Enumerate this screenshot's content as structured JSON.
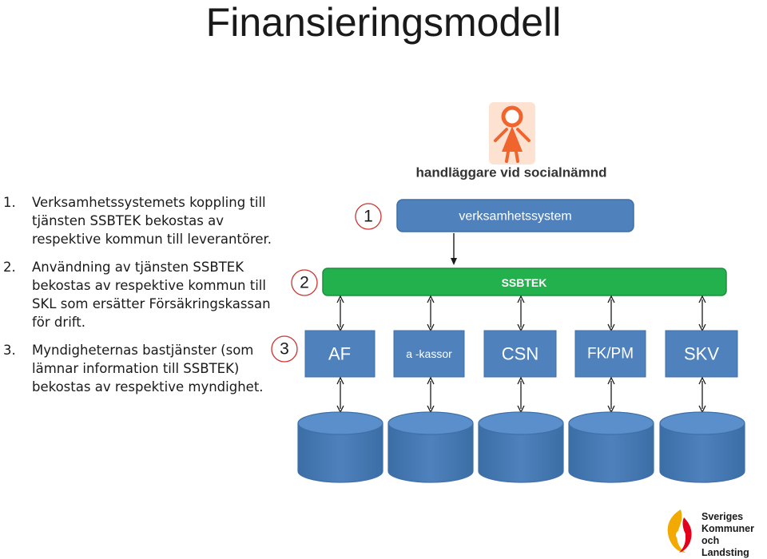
{
  "title": "Finansieringsmodell",
  "list": [
    {
      "num": "1.",
      "text": "Verksamhetssystemets koppling till tjänsten SSBTEK bekostas av respektive kommun till leverantörer."
    },
    {
      "num": "2.",
      "text": "Användning av tjänsten SSBTEK bekostas av respektive kommun till SKL som ersätter Försäkringskassan för drift."
    },
    {
      "num": "3.",
      "text": "Myndigheternas bastjänster (som lämnar information till SSBTEK) bekostas av respektive myndighet."
    }
  ],
  "diagram": {
    "actor_label": "handläggare vid socialnämnd",
    "verksamhetssystem": "verksamhetssystem",
    "ssbtek": "SSBTEK",
    "markers": [
      "1",
      "2",
      "3"
    ],
    "agencies": [
      "AF",
      "a -kassor",
      "CSN",
      "FK/PM",
      "SKV"
    ],
    "colors": {
      "blue": "#4f81bd",
      "green": "#22b14c",
      "actor": "#f0642d",
      "actor_bg": "#fde2d2"
    }
  },
  "logo": {
    "lines": [
      "Sveriges",
      "Kommuner",
      "och Landsting"
    ]
  }
}
